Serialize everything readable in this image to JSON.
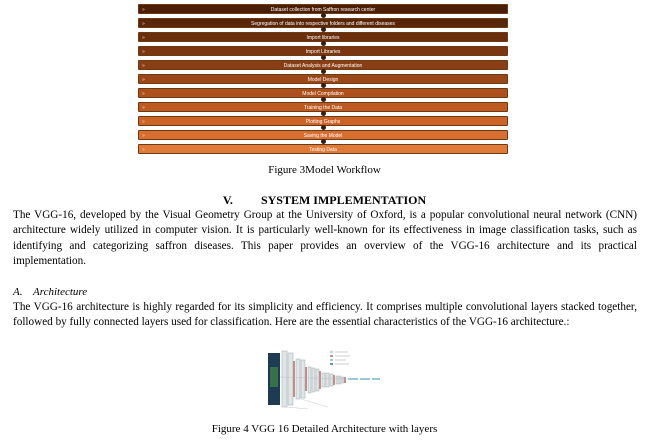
{
  "workflow": {
    "steps": [
      {
        "label": "Dataset collection from Saffron research center",
        "color": "#4b1e06"
      },
      {
        "label": "Segregation of data into respective folders and different diseases",
        "color": "#5a260a"
      },
      {
        "label": "Import libraries",
        "color": "#6a2e0d"
      },
      {
        "label": "Import Libraries",
        "color": "#7a3611"
      },
      {
        "label": "Dataset Analysis and Augmentation",
        "color": "#8a3e15"
      },
      {
        "label": "Model Design",
        "color": "#9b4718"
      },
      {
        "label": "Model Compilation",
        "color": "#ad501c"
      },
      {
        "label": "Training the Data",
        "color": "#bd5a22"
      },
      {
        "label": "Plotting Graphs",
        "color": "#cc6428"
      },
      {
        "label": "Saving the Model",
        "color": "#d86f30"
      },
      {
        "label": "Testing Data",
        "color": "#e07a38"
      }
    ],
    "bullet": "»"
  },
  "figure3": {
    "caption": "Figure 3Model Workflow"
  },
  "section": {
    "number": "V.",
    "title": "SYSTEM IMPLEMENTATION"
  },
  "paragraph1": "The VGG-16, developed by the Visual Geometry Group at the University of Oxford, is a popular convolutional neural network (CNN) architecture widely utilized in computer vision. It is particularly well-known for its effectiveness in image classification tasks, such as identifying and categorizing saffron diseases. This paper provides an overview of the VGG-16 architecture and its practical implementation.",
  "subsection": {
    "letter": "A.",
    "title": "Architecture"
  },
  "paragraph2": "The VGG-16 architecture is highly regarded for its simplicity and efficiency. It comprises multiple convolutional layers stacked together, followed by fully connected layers used for classification. Here are the essential characteristics of the VGG-16 architecture.:",
  "figure4": {
    "caption": "Figure 4 VGG 16 Detailed Architecture with layers"
  }
}
